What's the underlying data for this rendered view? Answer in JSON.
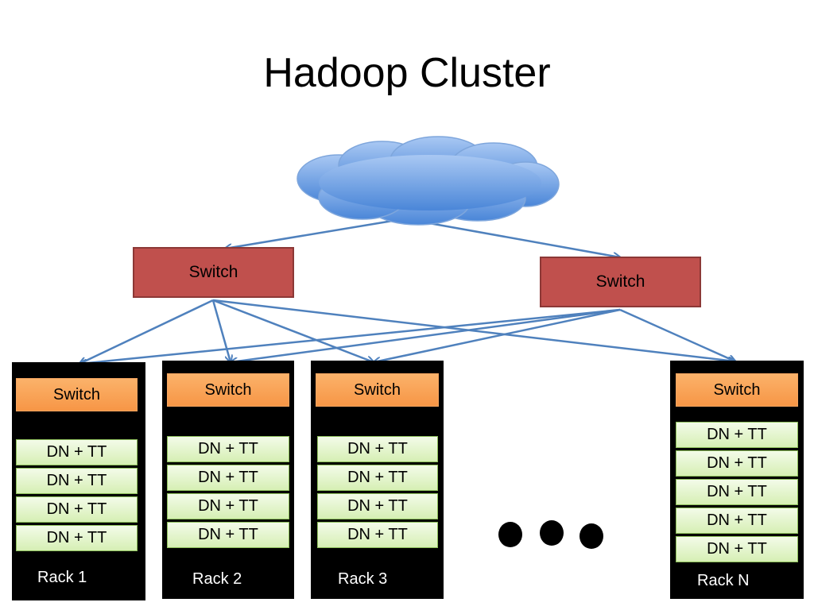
{
  "title": "Hadoop Cluster",
  "colors": {
    "core_switch": "#c0504d",
    "rack_switch": "#f79646",
    "node": "#d6efb4",
    "rack": "#000000",
    "link": "#4f81bd",
    "cloud": "#8cb4e8"
  },
  "icons": {
    "network": "cloud-icon",
    "continuation": "ellipsis-dots"
  },
  "core_switches": [
    {
      "id": "core-left",
      "label": "Switch"
    },
    {
      "id": "core-right",
      "label": "Switch"
    }
  ],
  "racks": [
    {
      "label": "Rack 1",
      "switch_label": "Switch",
      "nodes": [
        "DN + TT",
        "DN + TT",
        "DN + TT",
        "DN + TT"
      ]
    },
    {
      "label": "Rack 2",
      "switch_label": "Switch",
      "nodes": [
        "DN + TT",
        "DN + TT",
        "DN + TT",
        "DN + TT"
      ]
    },
    {
      "label": "Rack 3",
      "switch_label": "Switch",
      "nodes": [
        "DN + TT",
        "DN + TT",
        "DN + TT",
        "DN + TT"
      ]
    },
    {
      "label": "Rack N",
      "switch_label": "Switch",
      "nodes": [
        "DN + TT",
        "DN + TT",
        "DN + TT",
        "DN + TT",
        "DN + TT"
      ]
    }
  ]
}
